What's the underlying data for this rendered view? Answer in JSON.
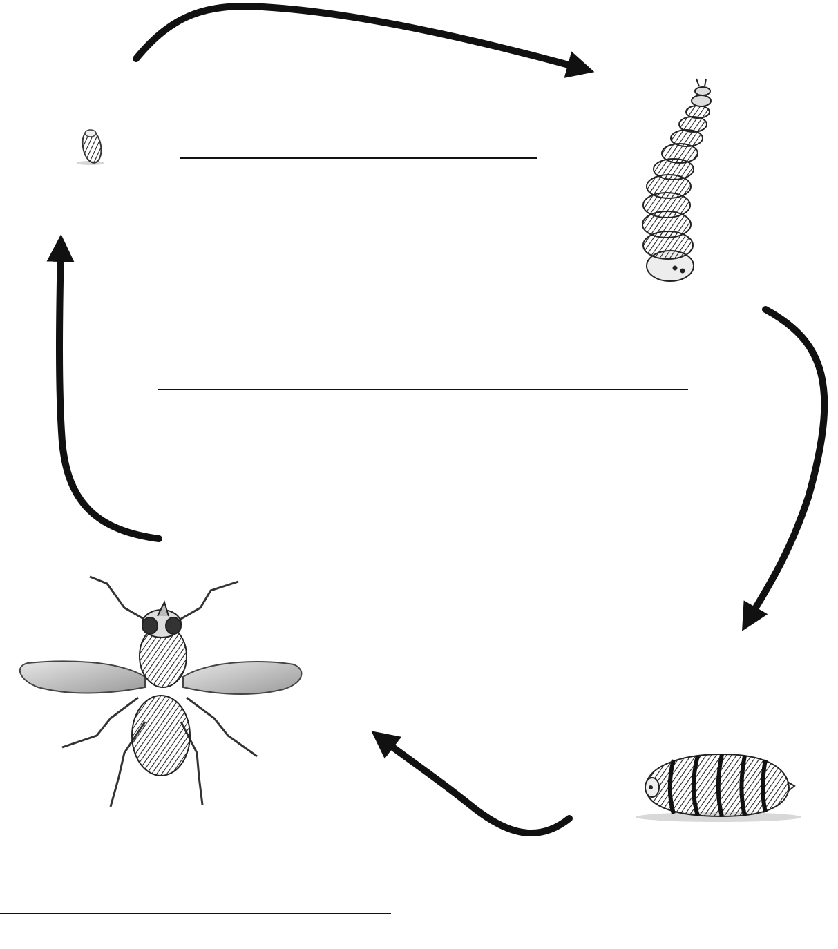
{
  "diagram": {
    "type": "life-cycle",
    "stages": [
      {
        "id": "egg",
        "icon": "egg-icon"
      },
      {
        "id": "larva",
        "icon": "larva-icon"
      },
      {
        "id": "pupa",
        "icon": "pupa-icon"
      },
      {
        "id": "adult",
        "icon": "adult-fly-icon"
      }
    ],
    "arrows": [
      {
        "from": "egg",
        "to": "larva"
      },
      {
        "from": "larva",
        "to": "pupa"
      },
      {
        "from": "pupa",
        "to": "adult"
      },
      {
        "from": "adult",
        "to": "egg"
      }
    ],
    "answer_blanks": [
      {
        "id": "blank-1",
        "text": ""
      },
      {
        "id": "blank-2",
        "text": ""
      },
      {
        "id": "blank-3",
        "text": ""
      }
    ],
    "colors": {
      "ink": "#111111",
      "background": "#ffffff"
    }
  }
}
